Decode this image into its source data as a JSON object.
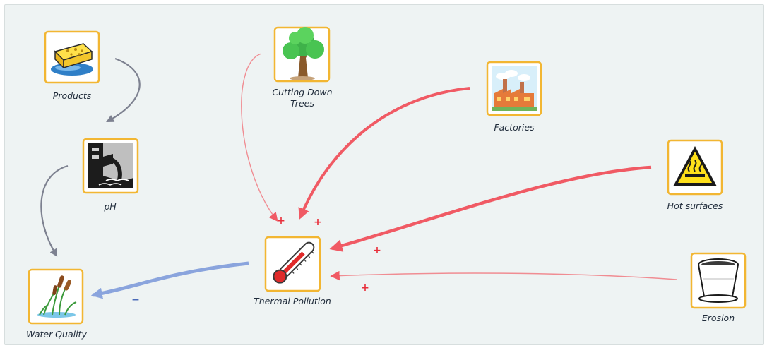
{
  "nodes": {
    "products": {
      "label": "Products",
      "icon": "sponge-icon"
    },
    "ph": {
      "label": "pH",
      "icon": "wastewater-outflow-icon"
    },
    "water_quality": {
      "label": "Water Quality",
      "icon": "cattail-reeds-icon"
    },
    "cutting_down_trees": {
      "label_line1": "Cutting Down",
      "label_line2": "Trees",
      "icon": "tree-icon"
    },
    "factories": {
      "label": "Factories",
      "icon": "factory-icon"
    },
    "hot_surfaces": {
      "label": "Hot surfaces",
      "icon": "hot-surface-warning-icon"
    },
    "erosion": {
      "label": "Erosion",
      "icon": "flower-pot-icon"
    },
    "thermal_pollution": {
      "label": "Thermal Pollution",
      "icon": "thermometer-icon"
    }
  },
  "links": [
    {
      "from": "Products",
      "to": "pH",
      "sign": ""
    },
    {
      "from": "pH",
      "to": "Water Quality",
      "sign": ""
    },
    {
      "from": "Cutting Down Trees",
      "to": "Thermal Pollution",
      "sign": "+"
    },
    {
      "from": "Factories",
      "to": "Thermal Pollution",
      "sign": "+"
    },
    {
      "from": "Hot surfaces",
      "to": "Thermal Pollution",
      "sign": "+"
    },
    {
      "from": "Erosion",
      "to": "Thermal Pollution",
      "sign": "+"
    },
    {
      "from": "Thermal Pollution",
      "to": "Water Quality",
      "sign": "−"
    }
  ],
  "signs": {
    "trees": "+",
    "factories": "+",
    "hot_surfaces": "+",
    "erosion": "+",
    "thermal_to_water": "−"
  },
  "colors": {
    "positive_link": "#f05a64",
    "negative_link": "#8aa4dd",
    "neutral_link": "#7d8190",
    "node_border": "#f2b632",
    "background": "#eef3f3"
  }
}
